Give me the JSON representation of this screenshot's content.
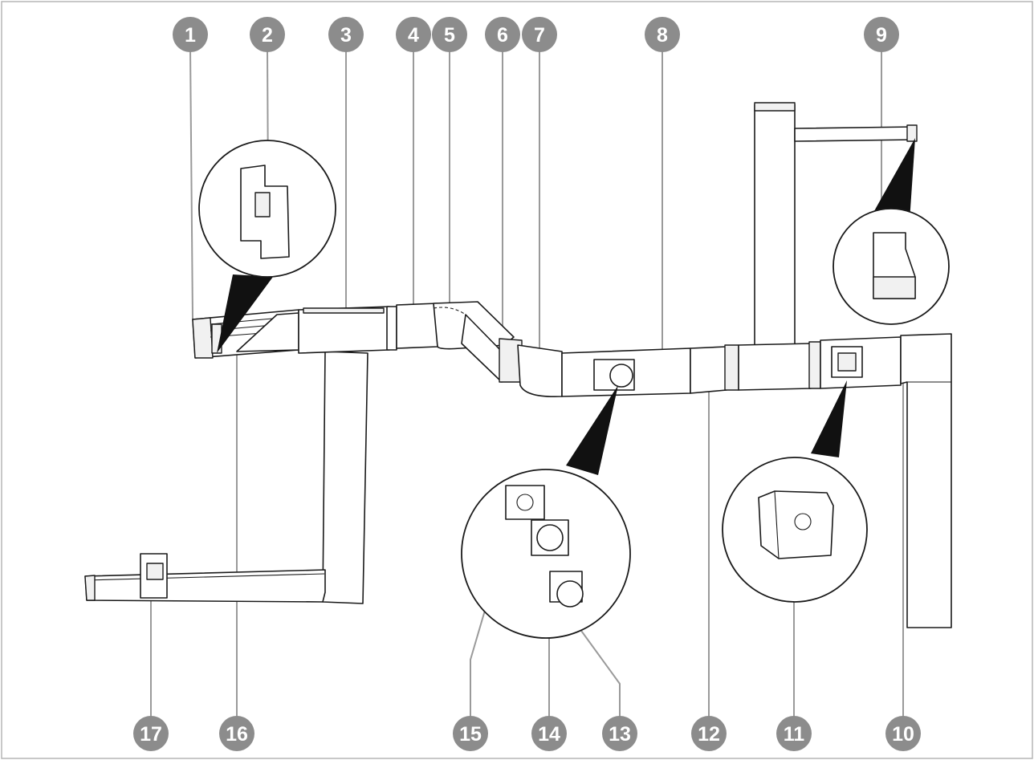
{
  "diagram": {
    "callouts": [
      {
        "id": 1,
        "label": "1"
      },
      {
        "id": 2,
        "label": "2"
      },
      {
        "id": 3,
        "label": "3"
      },
      {
        "id": 4,
        "label": "4"
      },
      {
        "id": 5,
        "label": "5"
      },
      {
        "id": 6,
        "label": "6"
      },
      {
        "id": 7,
        "label": "7"
      },
      {
        "id": 8,
        "label": "8"
      },
      {
        "id": 9,
        "label": "9"
      },
      {
        "id": 10,
        "label": "10"
      },
      {
        "id": 11,
        "label": "11"
      },
      {
        "id": 12,
        "label": "12"
      },
      {
        "id": 13,
        "label": "13"
      },
      {
        "id": 14,
        "label": "14"
      },
      {
        "id": 15,
        "label": "15"
      },
      {
        "id": 16,
        "label": "16"
      },
      {
        "id": 17,
        "label": "17"
      }
    ],
    "colors": {
      "callout_fill": "#8c8c8c",
      "callout_text": "#ffffff",
      "line": "#1a1a1a",
      "leader": "#9a9a9a",
      "frame": "#b5b5b5"
    }
  }
}
